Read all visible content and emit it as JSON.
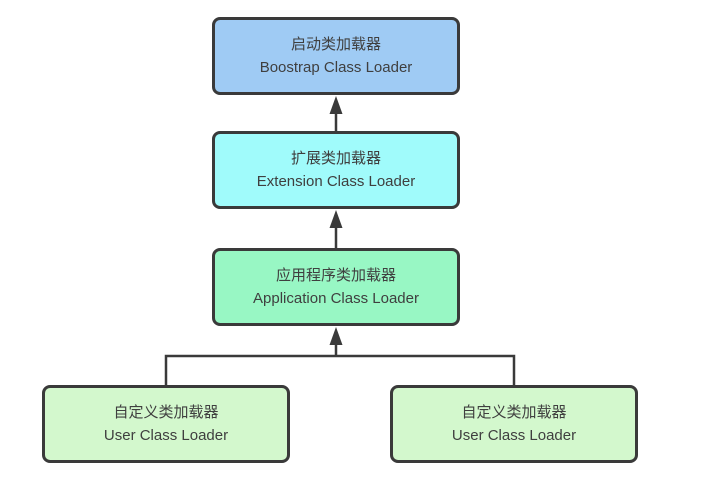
{
  "diagram": {
    "line_color": "#3a3a3a",
    "background_color": "#ffffff",
    "text_color": "#3f3f3f",
    "nodes": [
      {
        "id": "bootstrap",
        "label_zh": "启动类加载器",
        "label_en": "Boostrap Class Loader",
        "fill": "#9fcbf4"
      },
      {
        "id": "extension",
        "label_zh": "扩展类加载器",
        "label_en": "Extension Class Loader",
        "fill": "#a0fbfb"
      },
      {
        "id": "application",
        "label_zh": "应用程序类加载器",
        "label_en": "Application Class Loader",
        "fill": "#98f7c4"
      },
      {
        "id": "user-left",
        "label_zh": "自定义类加载器",
        "label_en": "User Class Loader",
        "fill": "#d3f8cd"
      },
      {
        "id": "user-right",
        "label_zh": "自定义类加载器",
        "label_en": "User Class Loader",
        "fill": "#d3f8cd"
      }
    ],
    "edges": [
      {
        "from": "extension",
        "to": "bootstrap",
        "style": "up-arrow"
      },
      {
        "from": "application",
        "to": "extension",
        "style": "up-arrow"
      },
      {
        "from": "user-left",
        "to": "application",
        "style": "up-arrow-merged"
      },
      {
        "from": "user-right",
        "to": "application",
        "style": "up-arrow-merged"
      }
    ]
  }
}
